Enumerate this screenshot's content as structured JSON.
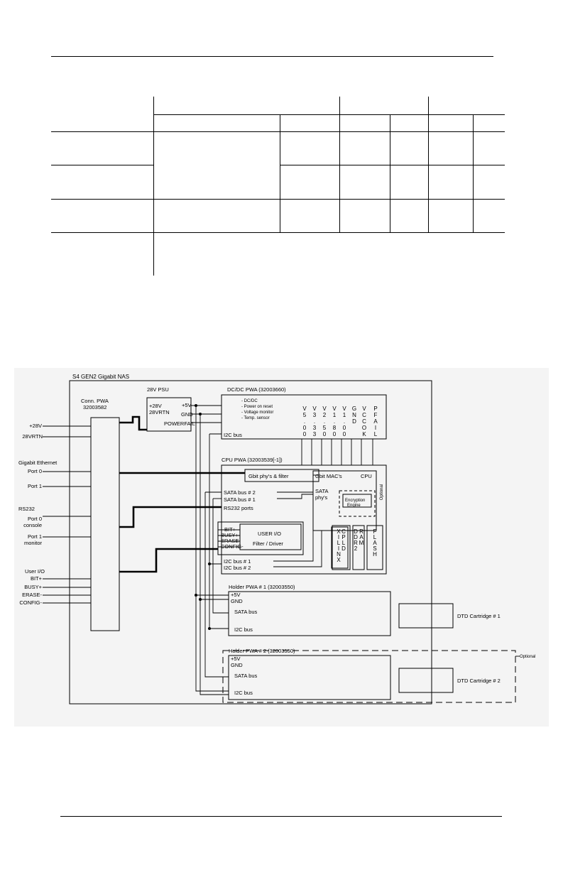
{
  "diagram": {
    "system_title": "S4 GEN2 Gigabit NAS",
    "psu": {
      "title": "28V PSU",
      "in_plus": "+28V",
      "in_rtn": "28VRTN",
      "out_5v": "+5V",
      "out_gnd": "GND",
      "out_pf": "POWERFAIL"
    },
    "dcdc": {
      "title": "DC/DC PWA (32003660)",
      "features": [
        "- DC/DC",
        "- Power on reset",
        "- Voltage monitor",
        "- Temp. sensor"
      ],
      "i2c_label": "I2C bus",
      "rails": [
        "V5.00",
        "V3.33",
        "V2.50",
        "V1.80",
        "V1.00",
        "GND",
        "VCCOK",
        "PFAIL"
      ]
    },
    "conn": {
      "title": "Conn. PWA",
      "part": "32003582"
    },
    "external": {
      "plus28": "+28V",
      "rtn": "28VRTN",
      "gig_title": "Gigabit Ethernet",
      "port0": "Port 0",
      "port1": "Port 1",
      "rs232": "RS232",
      "rs_port0": "Port 0",
      "rs_console": "console",
      "rs_port1": "Port 1",
      "rs_monitor": "monitor",
      "userio": "User I/O",
      "bit": "BIT+",
      "busy": "BUSY+",
      "erase": "ERASE-",
      "config": "CONFIG-"
    },
    "cpu": {
      "title": "CPU PWA (32003539[-1])",
      "phy": "Gbit phy's & filter",
      "mac": "Gbit MAC's",
      "cpu": "CPU",
      "sata_phy1": "SATA",
      "sata_phy2": "phy's",
      "enc1": "Encryption",
      "enc2": "Engine",
      "optional": "Optional",
      "sata2": "SATA bus # 2",
      "sata1": "SATA bus # 1",
      "rs232": "RS232 ports",
      "bit": "BIT+",
      "busy": "BUSY+",
      "erase": "ERASE-",
      "config": "CONFIG-",
      "userio1": "USER I/O",
      "userio2": "Filter / Driver",
      "i2c1": "I2C bus # 1",
      "i2c2": "I2C bus # 2",
      "chips": [
        "XILINX",
        "CPLD",
        "DDR2",
        "RAM",
        "FLASH"
      ]
    },
    "holder1": {
      "title": "Holder PWA # 1 (32003550)",
      "p5v": "+5V",
      "gnd": "GND",
      "sata": "SATA bus",
      "i2c": "I2C bus",
      "cart": "DTD Cartridge # 1"
    },
    "holder2": {
      "title": "Holder PWA # 2 (32003550)",
      "p5v": "+5V",
      "gnd": "GND",
      "sata": "SATA bus",
      "i2c": "I2C bus",
      "cart": "DTD Cartridge # 2",
      "optional": "Optional"
    }
  }
}
